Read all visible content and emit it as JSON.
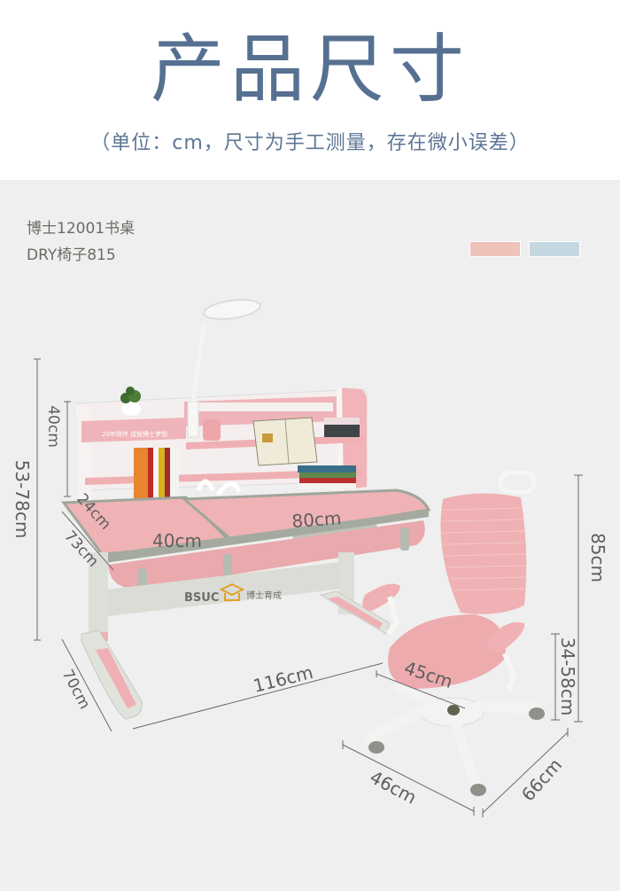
{
  "header": {
    "title": "产品尺寸",
    "subtitle": "（单位：cm，尺寸为手工测量，存在微小误差）"
  },
  "product": {
    "desk_model": "博士12001书桌",
    "chair_model": "DRY椅子815"
  },
  "color_options": [
    {
      "name": "pink",
      "color": "#efc2ba"
    },
    {
      "name": "blue",
      "color": "#c5d8e2"
    }
  ],
  "brand": {
    "logo_text": "BSUC",
    "logo_cn": "博士育成",
    "hutch_banner": "20年陪伴 成就博士梦想"
  },
  "dimensions": {
    "desk_total_height": "53-78cm",
    "hutch_height": "40cm",
    "hutch_depth": "24cm",
    "desk_depth": "73cm",
    "left_top_width": "40cm",
    "tilt_top_width": "80cm",
    "desk_width": "116cm",
    "base_depth": "70cm",
    "chair_height": "85cm",
    "seat_height": "34-58cm",
    "seat_width": "45cm",
    "base_width": "46cm",
    "base_length": "66cm"
  },
  "colors": {
    "title": "#567091",
    "desk_pink": "#eeb3b6",
    "frame_gray": "#d9dcd6",
    "dim_line": "#6a6a6a"
  }
}
